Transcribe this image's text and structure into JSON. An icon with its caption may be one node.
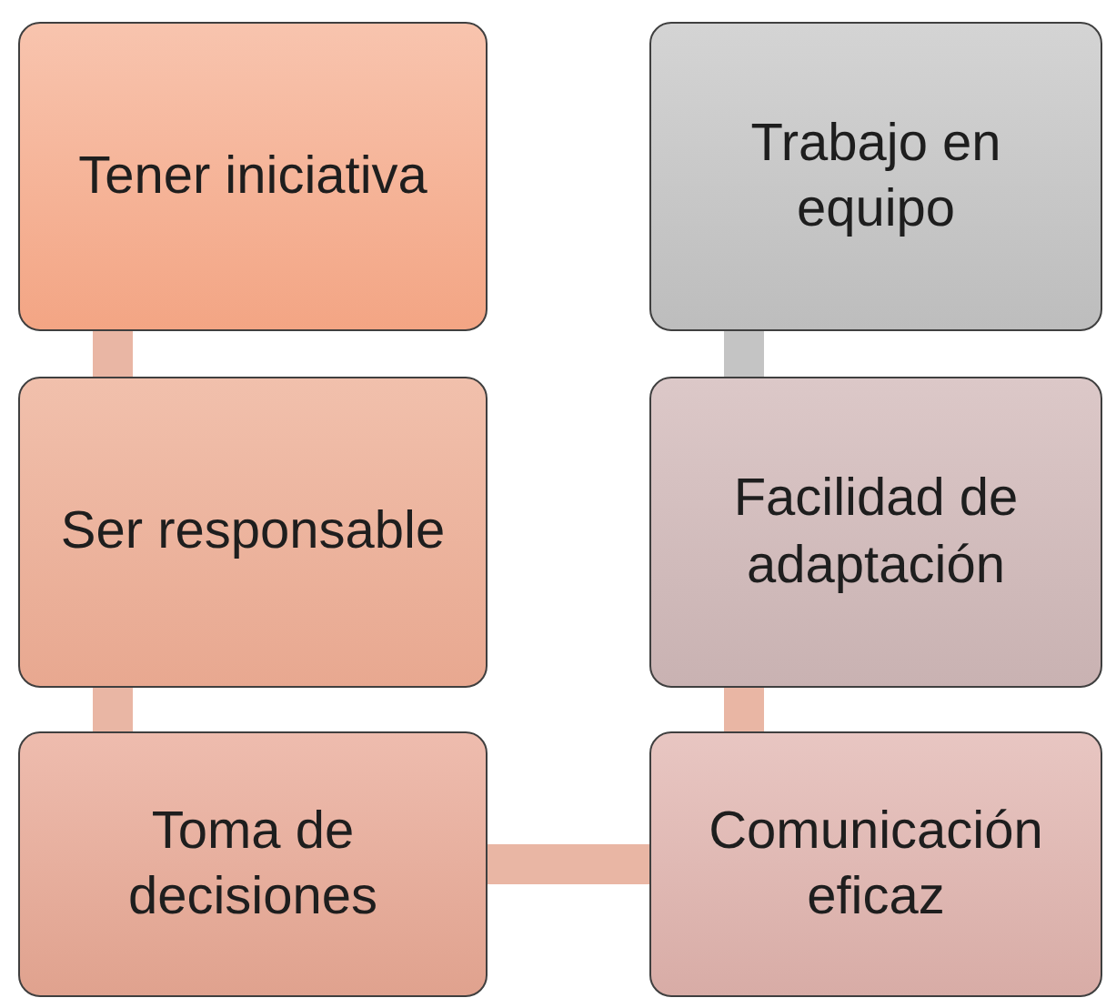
{
  "diagram": {
    "nodes": [
      {
        "text": [
          "Tener iniciativa"
        ]
      },
      {
        "text": [
          "Trabajo en equipo"
        ]
      },
      {
        "text": [
          "Ser responsable"
        ]
      },
      {
        "text": [
          "Facilidad de adaptación"
        ]
      },
      {
        "text": [
          "Toma de decisiones"
        ]
      },
      {
        "text": [
          "Comunicación eficaz"
        ]
      }
    ],
    "edges": [
      {
        "from": 0,
        "to": 2,
        "arrow": "none"
      },
      {
        "from": 2,
        "to": 4,
        "arrow": "none"
      },
      {
        "from": 4,
        "to": 5,
        "arrow": "none"
      },
      {
        "from": 5,
        "to": 3,
        "arrow": "none"
      },
      {
        "from": 3,
        "to": 1,
        "arrow": "none",
        "color": "#c4c4c4"
      }
    ]
  }
}
